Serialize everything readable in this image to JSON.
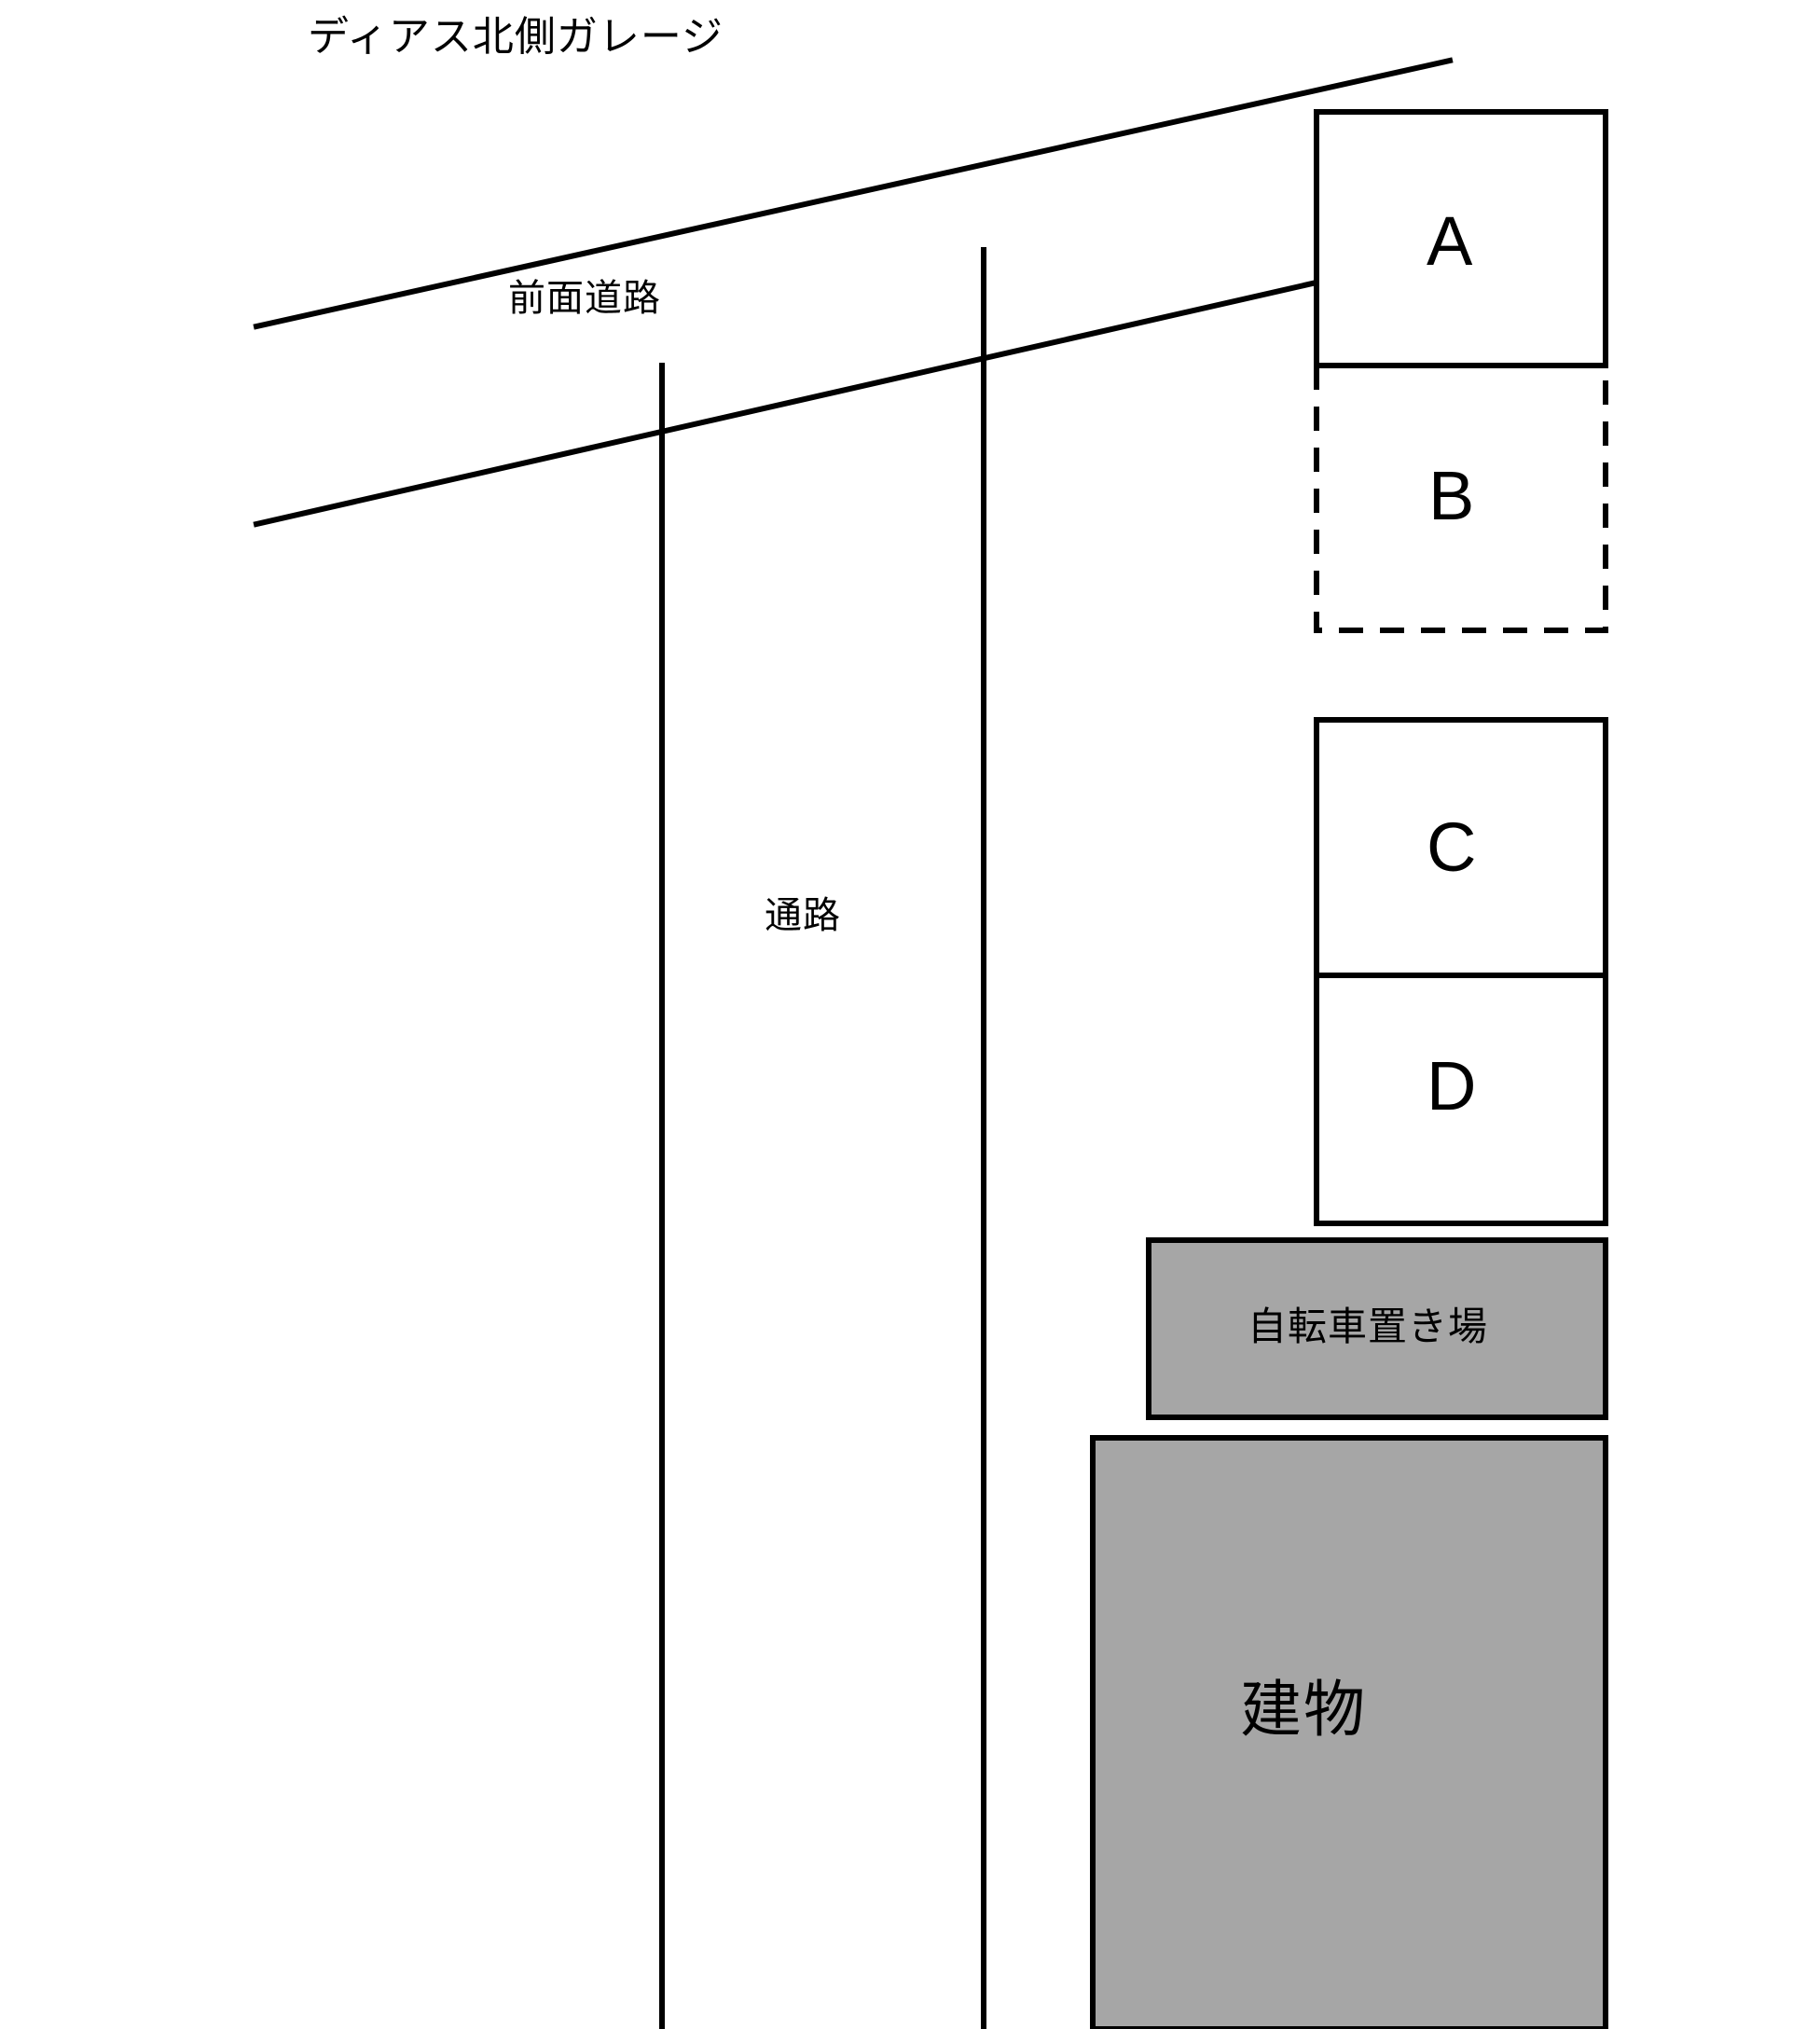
{
  "diagram": {
    "type": "site-plan",
    "title": "ディアス北側ガレージ",
    "background_color": "#ffffff",
    "line_color": "#000000",
    "fill_gray": "#a6a6a6"
  },
  "labels": {
    "title": "ディアス北側ガレージ",
    "front_road": "前面道路",
    "passage": "通路",
    "bicycle_parking": "自転車置き場",
    "building": "建物"
  },
  "parking_stalls": [
    {
      "id": "A",
      "label": "A",
      "border": "solid",
      "fill": "none"
    },
    {
      "id": "B",
      "label": "B",
      "border": "dashed",
      "fill": "none"
    },
    {
      "id": "C",
      "label": "C",
      "border": "solid",
      "fill": "none"
    },
    {
      "id": "D",
      "label": "D",
      "border": "solid",
      "fill": "none"
    }
  ],
  "areas": [
    {
      "id": "bicycle",
      "label": "自転車置き場",
      "fill": "#a6a6a6",
      "border": "solid"
    },
    {
      "id": "building",
      "label": "建物",
      "fill": "#a6a6a6",
      "border": "solid"
    }
  ],
  "roads": [
    {
      "id": "front-road",
      "label": "前面道路",
      "orientation": "diagonal"
    },
    {
      "id": "passage",
      "label": "通路",
      "orientation": "vertical"
    }
  ]
}
